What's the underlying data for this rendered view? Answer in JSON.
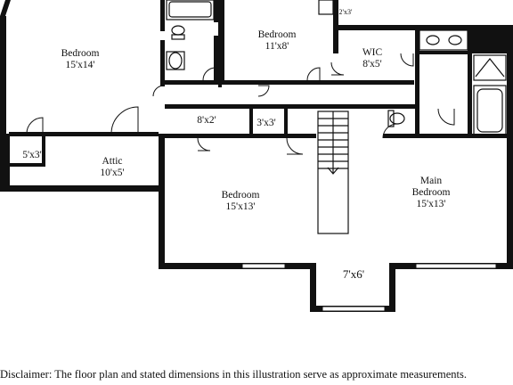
{
  "rooms": {
    "bedroom_nw": {
      "name": "Bedroom",
      "dims": "15'x14'"
    },
    "bedroom_n": {
      "name": "Bedroom",
      "dims": "11'x8'"
    },
    "closet_small": {
      "dims": "2'x3'"
    },
    "wic": {
      "name": "WIC",
      "dims": "8'x5'"
    },
    "closet_5x3": {
      "dims": "5'x3'"
    },
    "attic": {
      "name": "Attic",
      "dims": "10'x5'"
    },
    "closet_8x2": {
      "dims": "8'x2'"
    },
    "closet_3x3": {
      "dims": "3'x3'"
    },
    "bedroom_center": {
      "name": "Bedroom",
      "dims": "15'x13'"
    },
    "main_bedroom": {
      "line1": "Main",
      "line2": "Bedroom",
      "dims": "15'x13'"
    },
    "nook": {
      "dims": "7'x6'"
    }
  },
  "disclaimer": "Disclaimer: The floor plan and stated dimensions in this illustration serve as approximate measurements."
}
